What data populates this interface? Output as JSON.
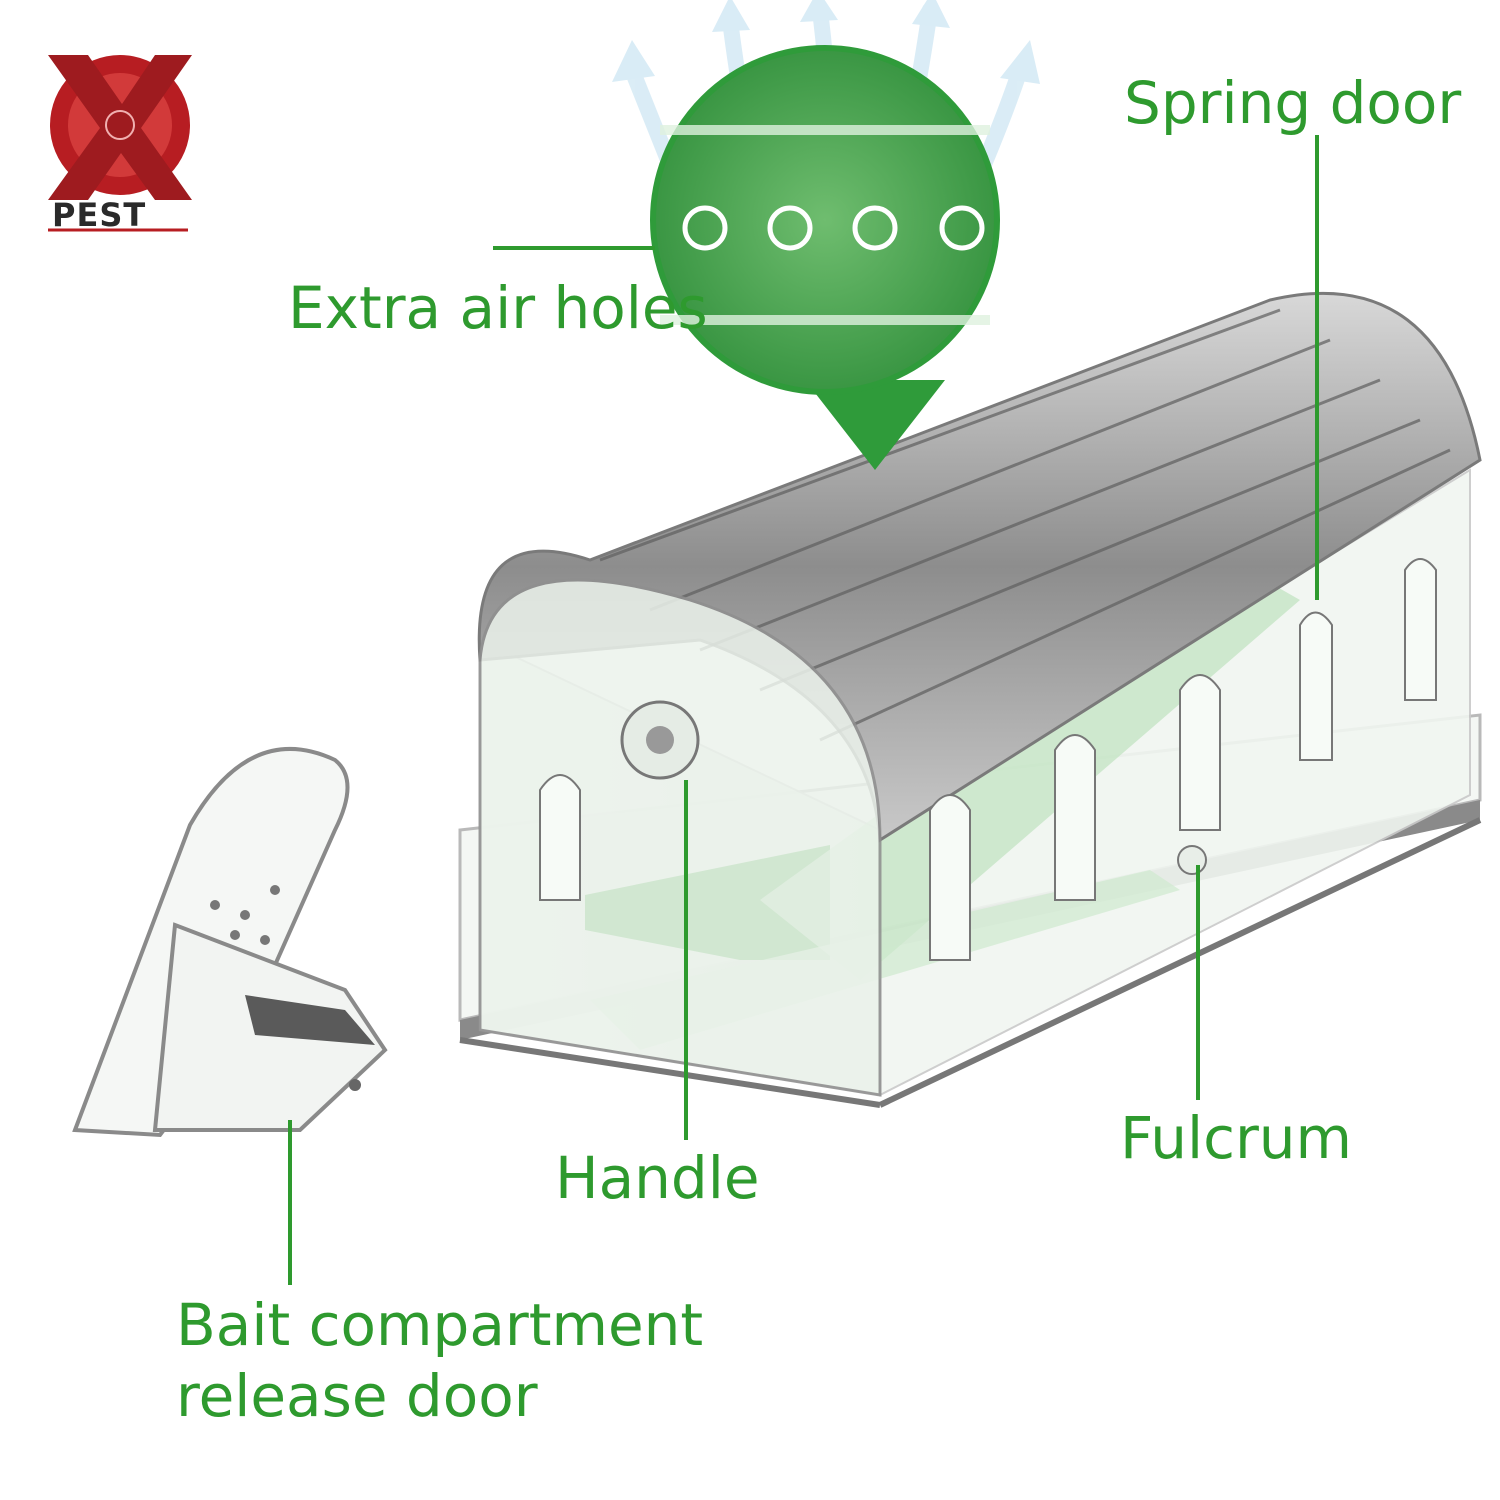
{
  "brand": {
    "logo_text": "PEST",
    "logo_letter": "X",
    "colors": {
      "brand_red": "#c2282b",
      "accent_green": "#2e9a2e"
    }
  },
  "labels": {
    "spring_door": "Spring door",
    "extra_air_holes": "Extra air holes",
    "handle": "Handle",
    "fulcrum": "Fulcrum",
    "bait_line1": "Bait compartment",
    "bait_line2": "release door"
  }
}
